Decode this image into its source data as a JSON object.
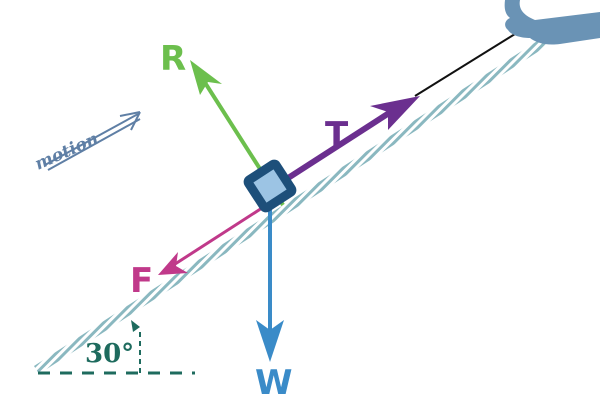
{
  "labels": {
    "R": "R",
    "T": "T",
    "F": "F",
    "W": "W",
    "angle": "30°",
    "motion": "motion"
  },
  "colors": {
    "R": "#6cbf4d",
    "T": "#6b2f8f",
    "F": "#c0398a",
    "W": "#3a8bc8",
    "incline": "#8ab8c0",
    "angle": "#1e6b5e",
    "motion": "#5f7fa5",
    "block_outer": "#1d4f7a",
    "block_inner": "#9cc4e4",
    "hand": "#6a93b5",
    "rope": "#111111"
  },
  "icons": {
    "hand": "pulling-hand-icon",
    "motion": "motion-arrow-icon"
  }
}
